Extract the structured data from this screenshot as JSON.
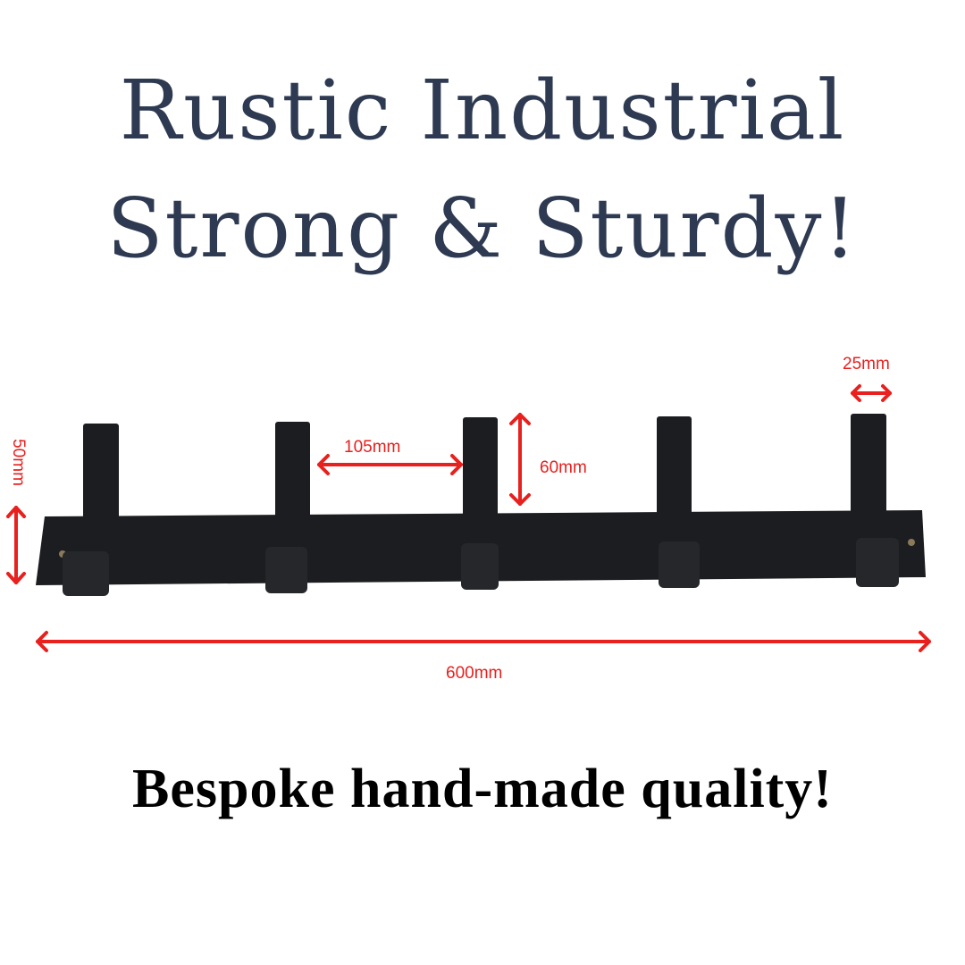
{
  "headline": {
    "line1": "Rustic Industrial",
    "line2": "Strong & Sturdy!"
  },
  "tagline": "Bespoke hand-made quality!",
  "dimensions": {
    "overall_length": "600mm",
    "hook_spacing": "105mm",
    "hook_height": "60mm",
    "hook_width": "25mm",
    "plate_height": "50mm"
  },
  "colors": {
    "title": "#2e3a52",
    "dimension": "#e8201e",
    "product": "#1c1d20"
  }
}
